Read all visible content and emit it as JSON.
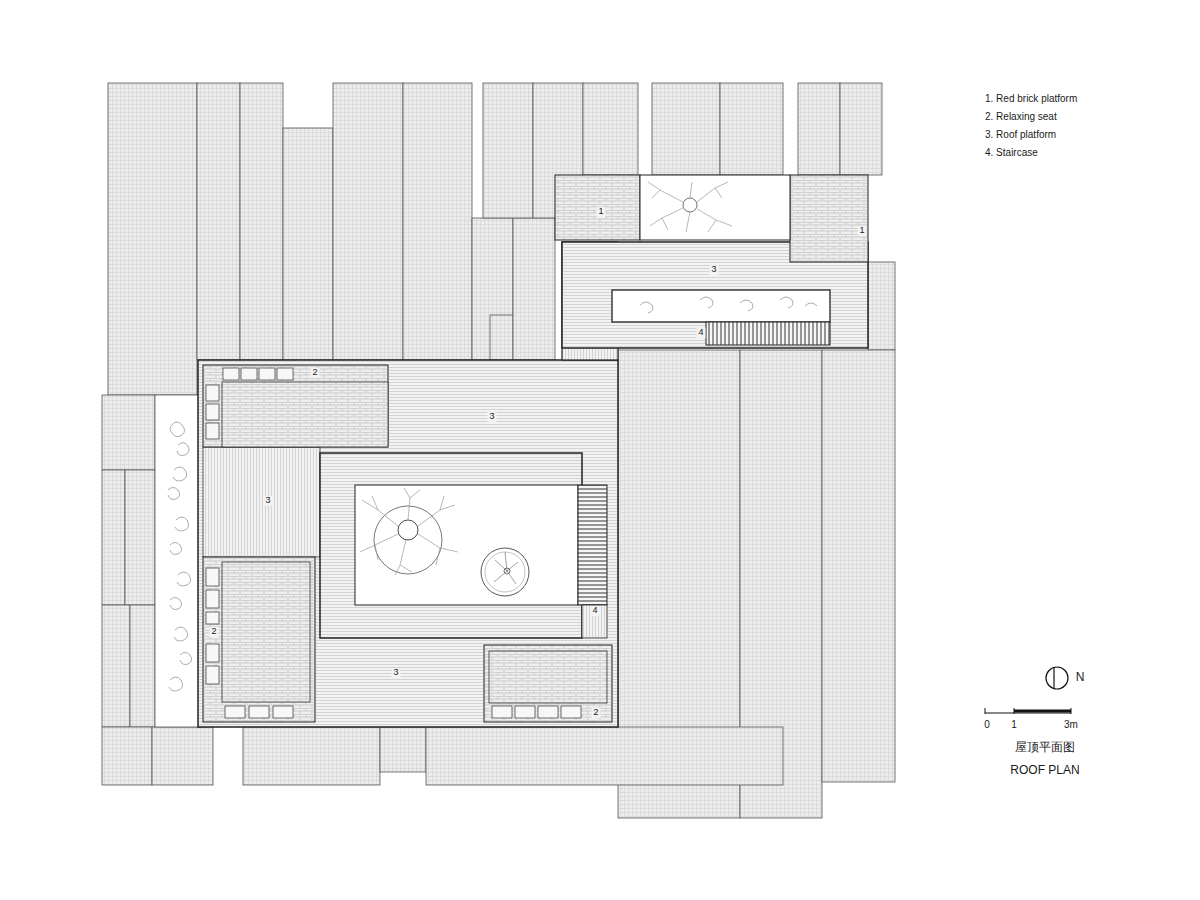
{
  "diagram": {
    "labels": [
      "1. Red brick platform",
      "2. Relaxing seat",
      "3. Roof platform",
      "4. Staircase",
      "1",
      "1",
      "3",
      "4",
      "2",
      "3",
      "3",
      "4",
      "2",
      "3",
      "2",
      "N",
      "0",
      "1",
      "3m",
      "屋顶平面图",
      "ROOF PLAN"
    ]
  }
}
